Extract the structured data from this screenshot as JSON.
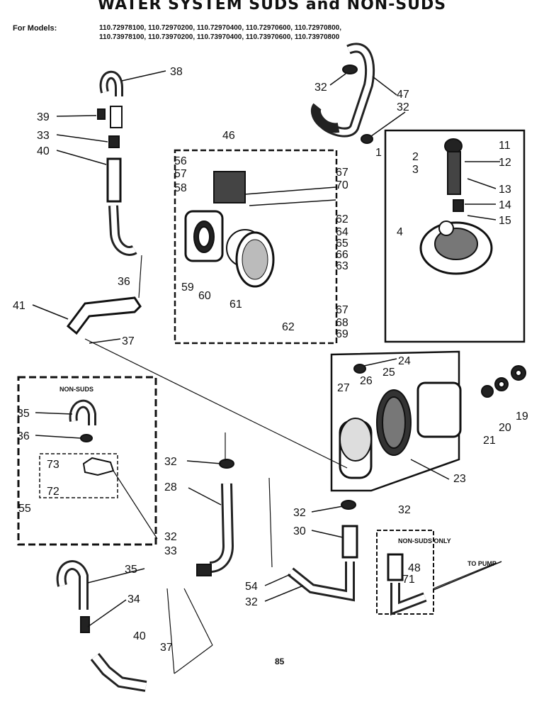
{
  "title": "WATER SYSTEM SUDS and NON-SUDS",
  "models_label": "For Models:",
  "models_line1": "110.72978100, 110.72970200, 110.72970400, 110.72970600, 110.72970800,",
  "models_line2": "110.73978100, 110.73970200, 110.73970400, 110.73970600, 110.73970800",
  "section_non_suds": "NON-SUDS",
  "section_non_suds_only": "NON-SUDS ONLY",
  "to_pump": "TO PUMP",
  "page_number": "85",
  "part_labels": {
    "p1": "1",
    "p2": "2",
    "p3": "3",
    "p4": "4",
    "p11": "11",
    "p12": "12",
    "p13": "13",
    "p14": "14",
    "p15": "15",
    "p19": "19",
    "p20": "20",
    "p21": "21",
    "p23": "23",
    "p24": "24",
    "p25": "25",
    "p26": "26",
    "p27": "27",
    "p28": "28",
    "p30": "30",
    "p32a": "32",
    "p32b": "32",
    "p32c": "32",
    "p32d": "32",
    "p32e": "32",
    "p32f": "32",
    "p32g": "32",
    "p33a": "33",
    "p33b": "33",
    "p34": "34",
    "p35a": "35",
    "p35b": "35",
    "p36a": "36",
    "p36b": "36",
    "p37a": "37",
    "p37b": "37",
    "p38": "38",
    "p39": "39",
    "p40a": "40",
    "p40b": "40",
    "p41": "41",
    "p46": "46",
    "p47": "47",
    "p48": "48",
    "p54": "54",
    "p55": "55",
    "p56": "56",
    "p57": "57",
    "p58": "58",
    "p59": "59",
    "p60": "60",
    "p61": "61",
    "p62a": "62",
    "p62b": "62",
    "p63": "63",
    "p64": "64",
    "p65": "65",
    "p66": "66",
    "p67a": "67",
    "p67b": "67",
    "p68": "68",
    "p69": "69",
    "p70": "70",
    "p71": "71",
    "p72": "72",
    "p73": "73"
  }
}
